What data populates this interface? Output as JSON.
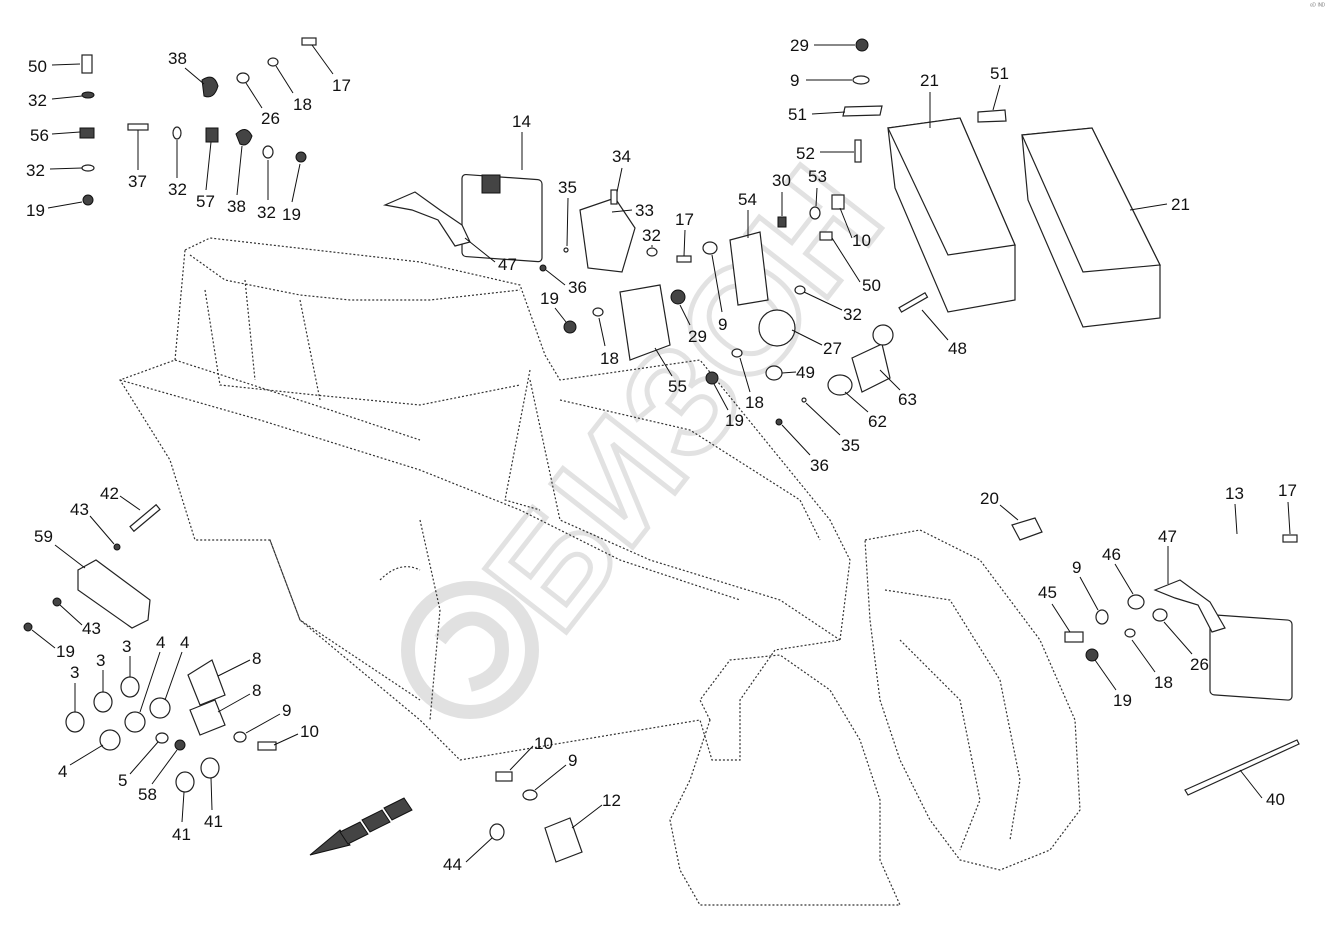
{
  "corner_mark": "ᵉᴰ ᴵᴺᴰ",
  "watermark_text": "БИЗОН",
  "colors": {
    "ink": "#111111",
    "watermark": "#c9c9c9",
    "background": "#ffffff"
  },
  "callouts": [
    "50",
    "32",
    "56",
    "32",
    "19",
    "38",
    "37",
    "32",
    "57",
    "38",
    "26",
    "18",
    "17",
    "32",
    "19",
    "14",
    "35",
    "47",
    "34",
    "33",
    "36",
    "19",
    "18",
    "55",
    "32",
    "17",
    "29",
    "9",
    "54",
    "30",
    "53",
    "10",
    "50",
    "32",
    "27",
    "19",
    "18",
    "49",
    "36",
    "35",
    "62",
    "63",
    "48",
    "29",
    "9",
    "51",
    "51",
    "52",
    "21",
    "21",
    "42",
    "43",
    "59",
    "43",
    "19",
    "3",
    "3",
    "3",
    "4",
    "4",
    "4",
    "5",
    "58",
    "41",
    "41",
    "8",
    "8",
    "9",
    "10",
    "10",
    "9",
    "12",
    "44",
    "20",
    "9",
    "46",
    "47",
    "13",
    "17",
    "45",
    "18",
    "26",
    "19",
    "40"
  ]
}
